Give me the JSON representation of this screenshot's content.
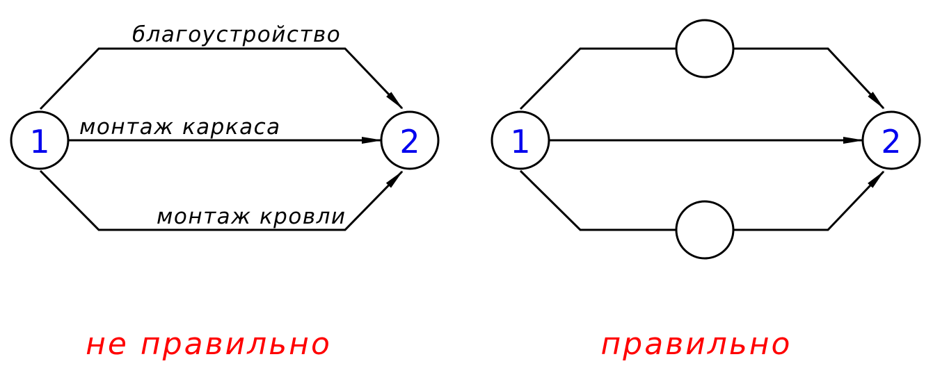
{
  "colors": {
    "node_number": "#0000ee",
    "caption": "#ff0000",
    "line": "#000000"
  },
  "left_diagram": {
    "start_node": "1",
    "end_node": "2",
    "edges": {
      "top": "благоустройство",
      "middle": "монтаж каркаса",
      "bottom": "монтаж кровли"
    },
    "caption": "не правильно"
  },
  "right_diagram": {
    "start_node": "1",
    "end_node": "2",
    "caption": "правильно"
  }
}
